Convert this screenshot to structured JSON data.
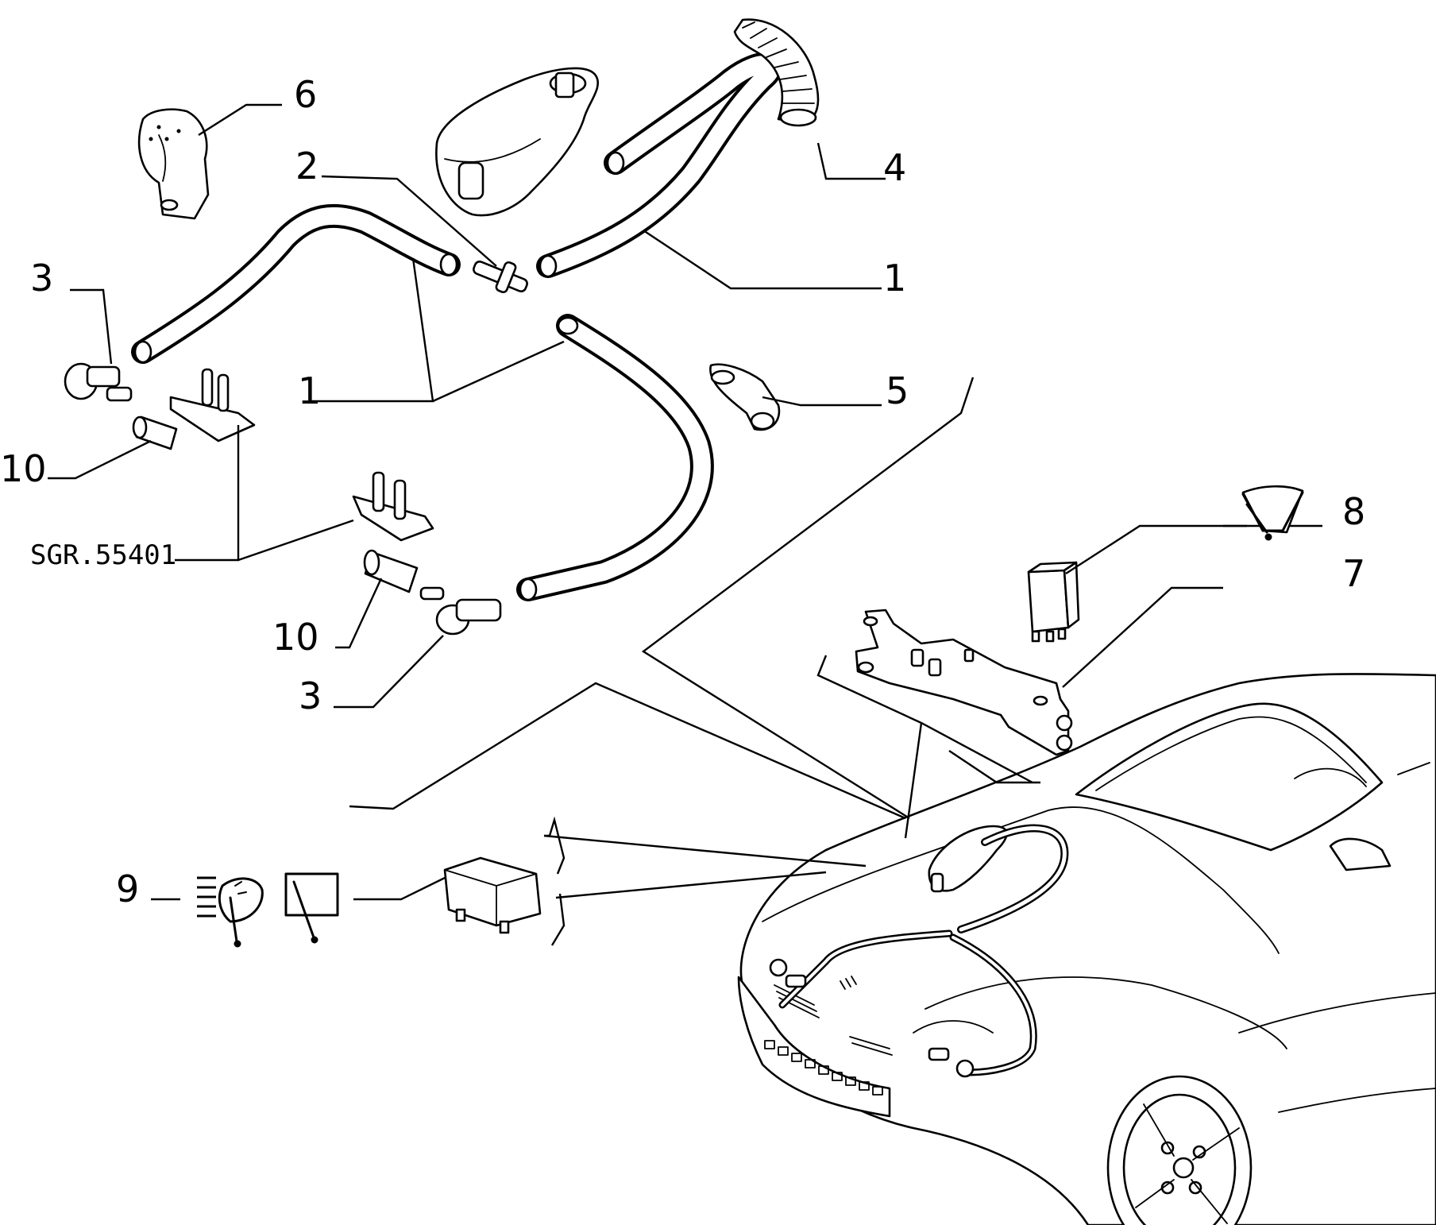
{
  "callouts": {
    "c1a": "1",
    "c1b": "1",
    "c2": "2",
    "c3a": "3",
    "c3b": "3",
    "c4": "4",
    "c5": "5",
    "c6": "6",
    "c7": "7",
    "c8": "8",
    "c9": "9",
    "c10a": "10",
    "c10b": "10"
  },
  "group_code": "SGR.55401",
  "icons": {
    "wiper": "wiper-icon",
    "headlamp_washer": "headlamp-washer-icon",
    "window_wiper": "window-wiper-icon"
  },
  "colors": {
    "ink": "#000000",
    "paper": "#ffffff"
  }
}
